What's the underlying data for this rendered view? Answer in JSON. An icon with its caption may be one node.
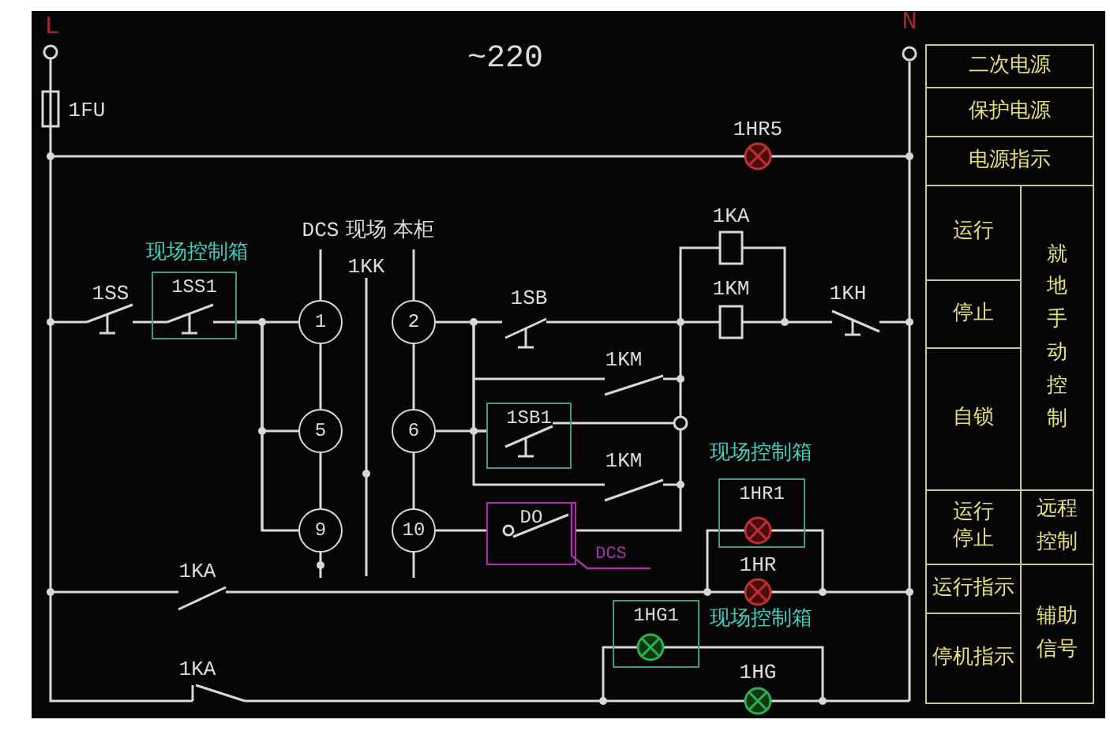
{
  "diagram": {
    "nodes": [
      {
        "text": [
          "现场控制箱",
          "1SS1"
        ]
      },
      {
        "text": [
          "1"
        ]
      },
      {
        "text": [
          "2"
        ]
      },
      {
        "text": [
          "1SB1"
        ]
      },
      {
        "text": [
          "5"
        ]
      },
      {
        "text": [
          "6"
        ]
      },
      {
        "text": [
          "9"
        ]
      },
      {
        "text": [
          "10"
        ]
      },
      {
        "text": [
          "DO"
        ]
      },
      {
        "text": [
          "现场控制箱",
          "1HR1"
        ]
      },
      {
        "text": [
          "1HG1"
        ],
        "beside": [
          "现场控制箱"
        ]
      },
      {
        "text": [
          "二次电源"
        ]
      },
      {
        "text": [
          "保护电源"
        ]
      },
      {
        "text": [
          "电源指示"
        ]
      },
      {
        "text": [
          "运行"
        ]
      },
      {
        "text": [
          "就地手动控制"
        ]
      },
      {
        "text": [
          "停止"
        ]
      },
      {
        "text": [
          "自锁"
        ]
      },
      {
        "text": [
          "运行停止"
        ]
      },
      {
        "text": [
          "远程控制"
        ]
      },
      {
        "text": [
          "运行指示"
        ]
      },
      {
        "text": [
          "辅助信号"
        ]
      },
      {
        "text": [
          "停机指示"
        ]
      }
    ],
    "edges": [
      {
        "from": 0,
        "to": 1,
        "arrow": "none"
      },
      {
        "from": 0,
        "to": 4,
        "arrow": "none"
      },
      {
        "from": 0,
        "to": 6,
        "arrow": "none"
      },
      {
        "from": 1,
        "to": 4,
        "arrow": "none"
      },
      {
        "from": 4,
        "to": 6,
        "arrow": "none"
      },
      {
        "from": 2,
        "to": 5,
        "arrow": "none"
      },
      {
        "from": 5,
        "to": 7,
        "arrow": "none"
      },
      {
        "from": 2,
        "to": 3,
        "arrow": "none"
      },
      {
        "from": 5,
        "to": 3,
        "arrow": "none"
      },
      {
        "from": 7,
        "to": 8,
        "arrow": "none"
      }
    ],
    "labels": [
      "L",
      "N",
      "~220",
      "1FU",
      "1HR5",
      "DCS",
      "现场",
      "本柜",
      "1KA",
      "1KK",
      "1SS",
      "1SB",
      "1KM",
      "1KH",
      "1KM",
      "1KM",
      "DCS",
      "1HR",
      "1KA",
      "1KA",
      "1HG"
    ]
  }
}
